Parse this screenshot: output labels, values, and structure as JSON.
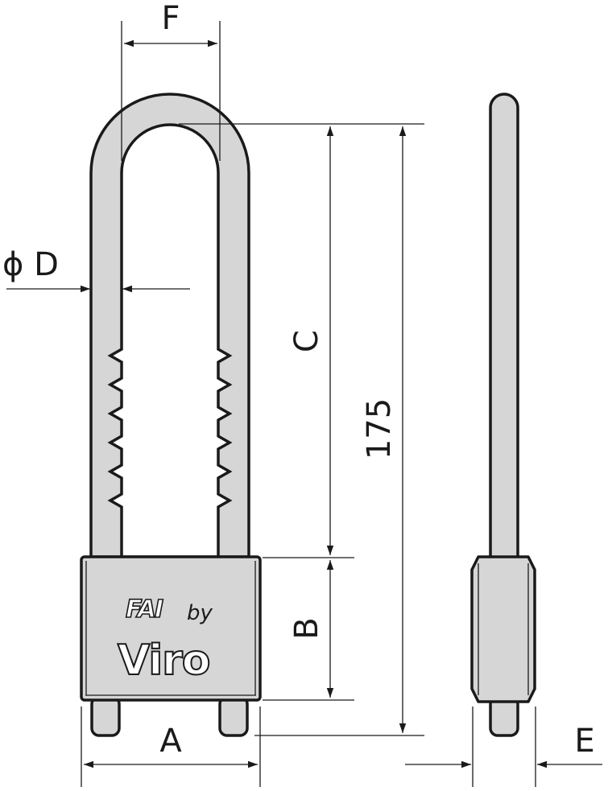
{
  "dimensions": {
    "F": "F",
    "D": "ϕ D",
    "C": "C",
    "overall_height": "175",
    "B": "B",
    "A": "A",
    "E": "E"
  },
  "brand": {
    "maker": "FAI",
    "by": "by",
    "name": "Viro"
  },
  "colors": {
    "body_fill": "#d6d6d6",
    "line": "#1a1a1a",
    "background": "#ffffff"
  }
}
